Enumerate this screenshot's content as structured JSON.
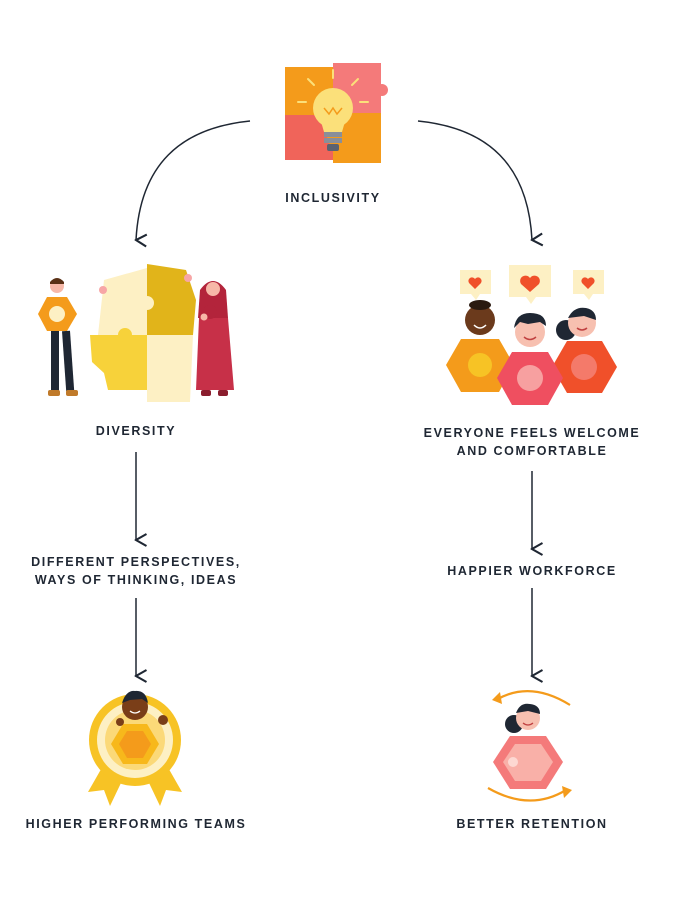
{
  "nodes": {
    "inclusivity": {
      "label": "INCLUSIVITY",
      "icon": "lightbulb-puzzle-icon"
    },
    "diversity": {
      "label": "DIVERSITY",
      "icon": "diverse-people-puzzle-icon"
    },
    "perspectives": {
      "line1": "DIFFERENT PERSPECTIVES,",
      "line2": "WAYS OF THINKING, IDEAS"
    },
    "high_perf": {
      "label": "HIGHER PERFORMING TEAMS",
      "icon": "award-ribbon-icon"
    },
    "welcome": {
      "line1": "EVERYONE FEELS WELCOME",
      "line2": "AND COMFORTABLE",
      "icon": "happy-people-hearts-icon"
    },
    "happier": {
      "label": "HAPPIER WORKFORCE"
    },
    "retention": {
      "label": "BETTER RETENTION",
      "icon": "person-cycle-arrows-icon"
    }
  },
  "colors": {
    "text": "#1f2733",
    "arrow": "#1f2733",
    "yellow": "#f7c325",
    "orange": "#f49b1b",
    "red_orange": "#f0502a",
    "pink": "#ef4f60",
    "light_pink": "#f7a6a6",
    "cream": "#fdf0c4",
    "maroon": "#b3243b"
  }
}
